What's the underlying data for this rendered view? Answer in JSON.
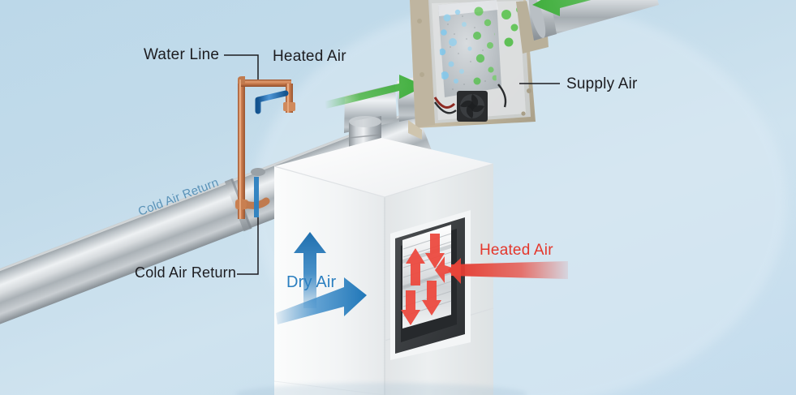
{
  "illustration": {
    "title": "HVAC humidifier / dehumidifier airflow cutaway diagram",
    "background_color_top": "#bcd8e9",
    "background_color_bottom": "#c4dced"
  },
  "labels": {
    "water_line": "Water Line",
    "heated_air_top": "Heated Air",
    "supply_air": "Supply Air",
    "cold_air_return_callout": "Cold Air Return",
    "cold_air_return_duct": "Cold Air Return",
    "dry_air": "Dry Air",
    "heated_air_coil": "Heated Air"
  },
  "colors": {
    "label_text": "#1c1c20",
    "leader_line": "#1c1c20",
    "heated_air_red": "#e4372c",
    "dry_air_blue": "#2b7fc0",
    "duct_label_blue": "#5b93b8",
    "copper_pipe": "#c9794b",
    "water_tube_blue": "#2b7fc0",
    "supply_arrow_green": "#4cb648",
    "coil_arrow_red": "#ec4a3f",
    "cabinet_white": "#f4f5f6",
    "duct_metal": "#b6bbbf",
    "module_beige": "#cdc4ae"
  },
  "flow_arrows": [
    {
      "name": "supply-air-green-arrow-duct",
      "direction": "right",
      "color": "#4cb648"
    },
    {
      "name": "supply-air-green-arrow-outlet",
      "direction": "left",
      "color": "#4cb648"
    },
    {
      "name": "dry-air-blue-arrow-up",
      "direction": "up",
      "color": "#2b7fc0"
    },
    {
      "name": "dry-air-blue-arrow-right",
      "direction": "right",
      "color": "#2b7fc0"
    },
    {
      "name": "heated-air-red-inflow",
      "direction": "left",
      "color": "#ec4a3f"
    },
    {
      "name": "coil-arrow-up",
      "direction": "up",
      "color": "#ec4a3f"
    },
    {
      "name": "coil-arrow-down-1",
      "direction": "down",
      "color": "#ec4a3f"
    },
    {
      "name": "coil-arrow-down-2",
      "direction": "down",
      "color": "#ec4a3f"
    },
    {
      "name": "coil-arrow-down-3",
      "direction": "down",
      "color": "#ec4a3f"
    }
  ],
  "components": [
    {
      "name": "cold-air-return-duct",
      "description": "large metal duct running diagonally"
    },
    {
      "name": "copper-water-line",
      "description": "copper pipe loop with blue tube"
    },
    {
      "name": "air-handler-cabinet",
      "description": "white vertical cabinet"
    },
    {
      "name": "heat-exchanger-coil",
      "description": "recessed coil window with red arrows"
    },
    {
      "name": "filter-fan-module",
      "description": "beige housing with filter media and fan"
    },
    {
      "name": "supply-air-duct",
      "description": "metal duct to upper right"
    }
  ]
}
